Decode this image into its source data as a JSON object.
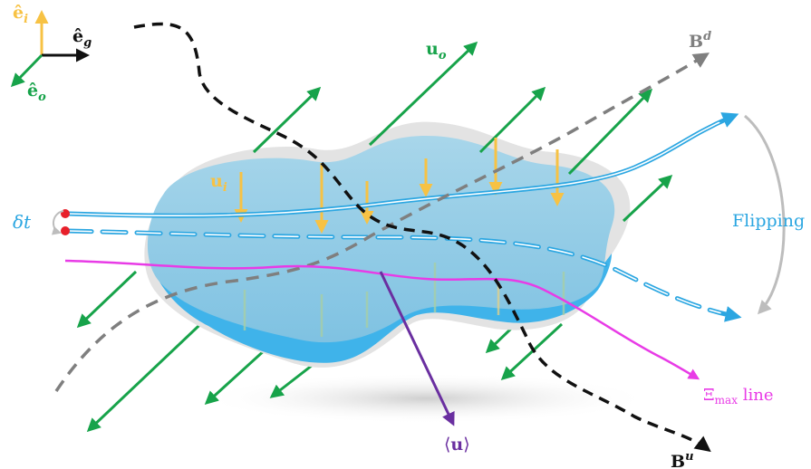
{
  "colors": {
    "green": "#17a34a",
    "yellow": "#f7c244",
    "black": "#111111",
    "gray": "#7f7f7f",
    "blue": "#2ba6e1",
    "magenta": "#e83be6",
    "purple": "#6a2fa0",
    "body_fill": "#8cc9e4",
    "body_edge": "#40b4e8",
    "shadow": "#d9d9d9",
    "red_dot": "#e8202a"
  },
  "axes": {
    "e_i": {
      "base": "ê",
      "sub": "i"
    },
    "e_g": {
      "base": "ê",
      "sub": "g"
    },
    "e_o": {
      "base": "ê",
      "sub": "o"
    }
  },
  "labels": {
    "u_o": {
      "base": "u",
      "sub": "o"
    },
    "u_i": {
      "base": "u",
      "sub": "i"
    },
    "B_d": {
      "base": "B",
      "sup": "d"
    },
    "B_u": {
      "base": "B",
      "sup": "u"
    },
    "delta_t": "δt",
    "flipping": "Flipping",
    "xi_line": {
      "base": "Ξ",
      "sub": "max",
      "suffix": " line"
    },
    "mean_u": {
      "left": "⟨",
      "base": "u",
      "right": "⟩"
    }
  }
}
